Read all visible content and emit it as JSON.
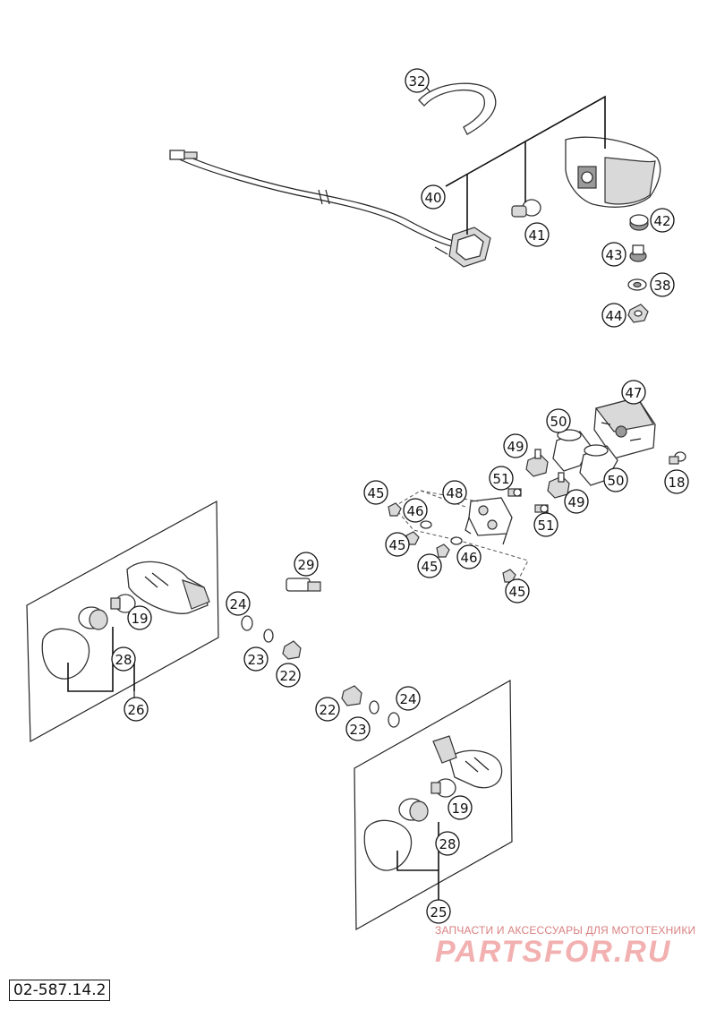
{
  "diagram": {
    "code": "02-587.14.2",
    "labels": [
      {
        "id": "c32",
        "text": "32"
      },
      {
        "id": "c40",
        "text": "40"
      },
      {
        "id": "c41",
        "text": "41"
      },
      {
        "id": "c42",
        "text": "42"
      },
      {
        "id": "c43",
        "text": "43"
      },
      {
        "id": "c38",
        "text": "38"
      },
      {
        "id": "c44",
        "text": "44"
      },
      {
        "id": "c47",
        "text": "47"
      },
      {
        "id": "c50a",
        "text": "50"
      },
      {
        "id": "c50b",
        "text": "50"
      },
      {
        "id": "c49a",
        "text": "49"
      },
      {
        "id": "c49b",
        "text": "49"
      },
      {
        "id": "c18",
        "text": "18"
      },
      {
        "id": "c51a",
        "text": "51"
      },
      {
        "id": "c51b",
        "text": "51"
      },
      {
        "id": "c48",
        "text": "48"
      },
      {
        "id": "c45a",
        "text": "45"
      },
      {
        "id": "c46a",
        "text": "46"
      },
      {
        "id": "c45b",
        "text": "45"
      },
      {
        "id": "c45c",
        "text": "45"
      },
      {
        "id": "c46b",
        "text": "46"
      },
      {
        "id": "c45d",
        "text": "45"
      },
      {
        "id": "c29",
        "text": "29"
      },
      {
        "id": "c24a",
        "text": "24"
      },
      {
        "id": "c23a",
        "text": "23"
      },
      {
        "id": "c22a",
        "text": "22"
      },
      {
        "id": "c19a",
        "text": "19"
      },
      {
        "id": "c28a",
        "text": "28"
      },
      {
        "id": "c26",
        "text": "26"
      },
      {
        "id": "c22b",
        "text": "22"
      },
      {
        "id": "c23b",
        "text": "23"
      },
      {
        "id": "c24b",
        "text": "24"
      },
      {
        "id": "c19b",
        "text": "19"
      },
      {
        "id": "c28b",
        "text": "28"
      },
      {
        "id": "c25",
        "text": "25"
      }
    ]
  },
  "watermark": {
    "tagline": "ЗАПЧАСТИ И АКСЕССУАРЫ ДЛЯ МОТОТЕХНИКИ",
    "logo": "PARTSFOR.RU"
  }
}
